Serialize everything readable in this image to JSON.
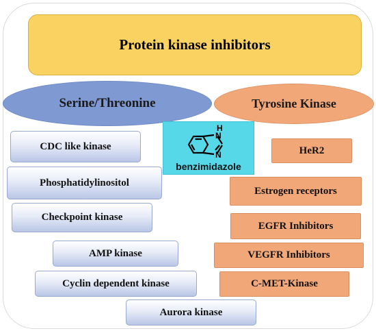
{
  "title": "Protein kinase inhibitors",
  "categories": {
    "serine_threonine": "Serine/Threonine",
    "tyrosine_kinase": "Tyrosine Kinase"
  },
  "serine_threonine_items": [
    "CDC like kinase",
    "Phosphatidylinositol",
    "Checkpoint kinase",
    "AMP kinase",
    "Cyclin dependent kinase",
    "Aurora kinase"
  ],
  "tyrosine_items": [
    "HeR2",
    "Estrogen receptors",
    "EGFR Inhibitors",
    "VEGFR Inhibitors",
    "C-MET-Kinase"
  ],
  "center": {
    "name": "benzimidazole",
    "nh_label": "H",
    "n_label": "N",
    "n2_label": "N"
  },
  "colors": {
    "title_fill": "#f9d262",
    "serine_fill": "#7f9ad3",
    "tyrosine_fill": "#f2a779",
    "center_fill": "#56d8e8"
  }
}
